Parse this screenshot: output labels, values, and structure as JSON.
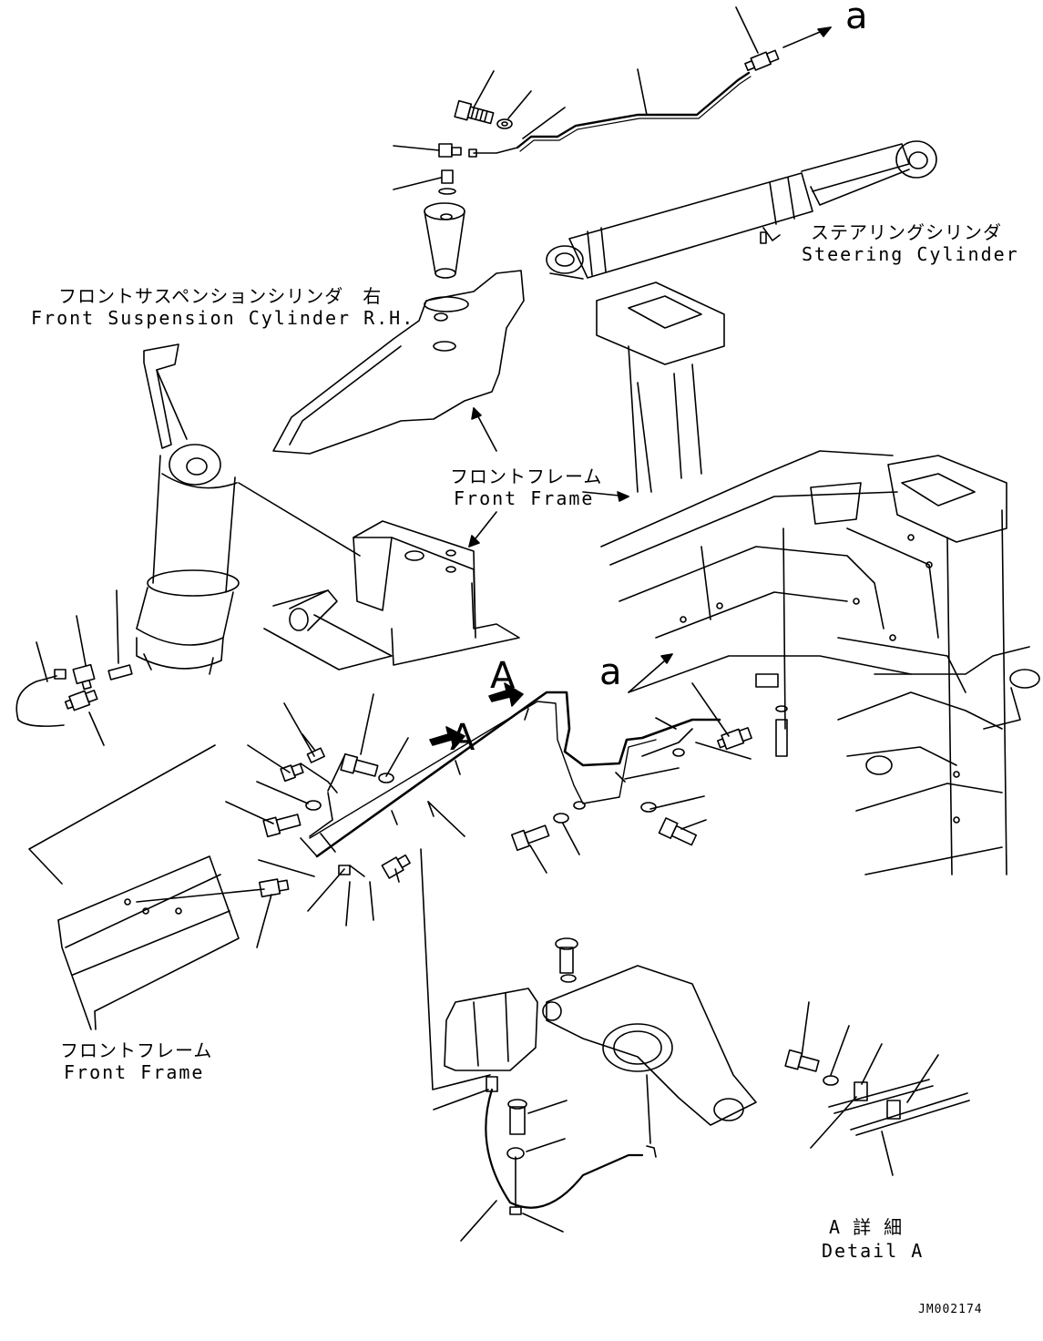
{
  "labels": {
    "a_top": "a",
    "a_right": "a",
    "steering_jp": "ステアリングシリンダ",
    "steering_en": "Steering Cylinder",
    "susp_jp": "フロントサスペンションシリンダ　右",
    "susp_en": "Front Suspension Cylinder R.H.",
    "frame_top_jp": "フロントフレーム",
    "frame_top_en": "Front Frame",
    "frame_bottom_jp": "フロントフレーム",
    "frame_bottom_en": "Front Frame",
    "arrow_a1": "A",
    "arrow_a2": "A",
    "detail_jp": "A 詳 細",
    "detail_en": "Detail A",
    "drawing_code": "JM002174"
  }
}
